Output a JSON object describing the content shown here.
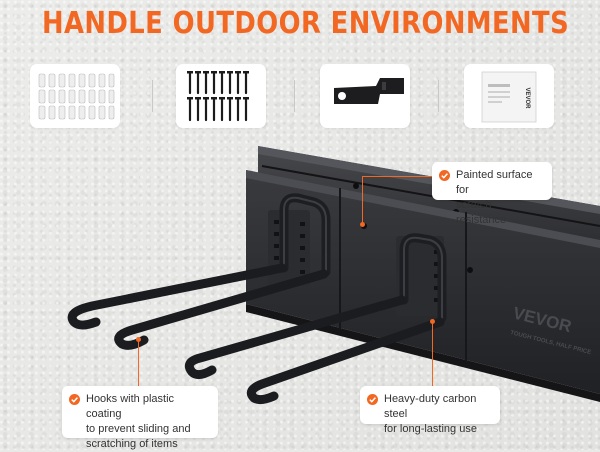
{
  "title": "HANDLE OUTDOOR ENVIRONMENTS",
  "accessories": [
    {
      "name": "wall anchors",
      "icon": "wall-anchors-icon"
    },
    {
      "name": "screws",
      "icon": "screws-icon"
    },
    {
      "name": "mounting bracket",
      "icon": "bracket-icon"
    },
    {
      "name": "instruction manual",
      "icon": "manual-icon"
    }
  ],
  "manual_brand": "VEVOR",
  "product": {
    "brand": "VEVOR",
    "tagline": "TOUGH TOOLS, HALF PRICE"
  },
  "callouts": {
    "painted": "Painted surface for\nscratch resistance",
    "hooks": "Hooks with plastic coating\nto prevent sliding and\nscratching of items",
    "steel": "Heavy-duty carbon steel\nfor long-lasting use"
  },
  "colors": {
    "accent": "#f26722",
    "metal": "#2a2b2e",
    "wall": "#e9e9e7"
  }
}
